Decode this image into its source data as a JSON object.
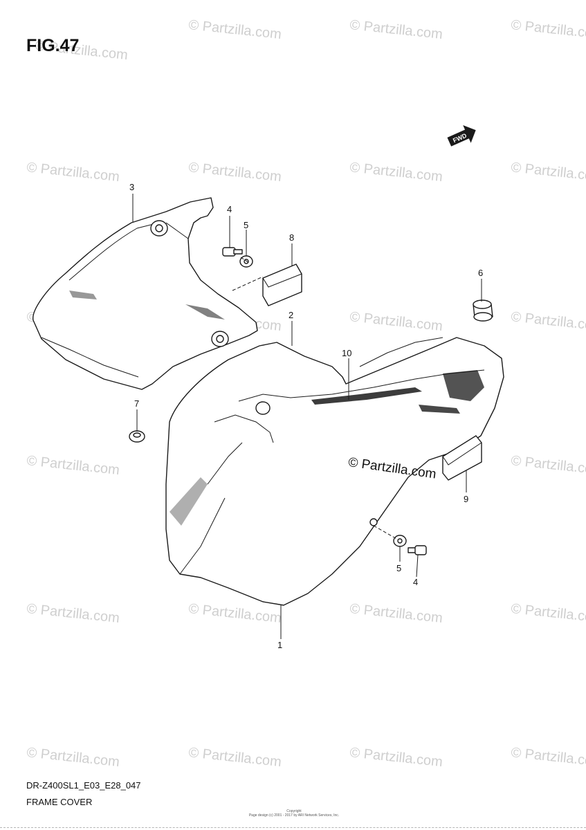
{
  "figure": {
    "label": "FIG.47",
    "model_code": "DR-Z400SL1_E03_E28_047",
    "caption": "FRAME COVER"
  },
  "watermark": {
    "text": "© Partzilla.com",
    "center_text": "© Partzilla.com"
  },
  "fwd_badge": "FWD",
  "callouts": [
    "1",
    "2",
    "3",
    "4",
    "5",
    "6",
    "7",
    "8",
    "9",
    "10",
    "5",
    "4"
  ],
  "footer": {
    "line1": "Copyright",
    "line2": "Page design (c) 2001 - 2017 by ARI Network Services, Inc."
  }
}
